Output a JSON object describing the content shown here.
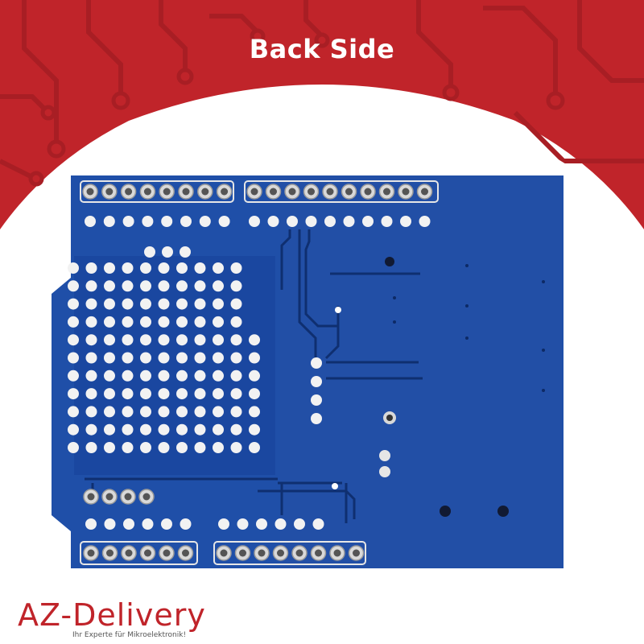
{
  "title": "Back Side",
  "brand": {
    "name": "AZ-Delivery",
    "tagline": "Ihr Experte für Mikroelektronik!"
  },
  "colors": {
    "banner_red": "#c0242a",
    "circuit_dark": "#a81e24",
    "pcb_blue": "#1f4fa8",
    "pcb_blue_dark": "#17408f",
    "pad_white": "#f2f2f2",
    "background": "#ffffff"
  }
}
